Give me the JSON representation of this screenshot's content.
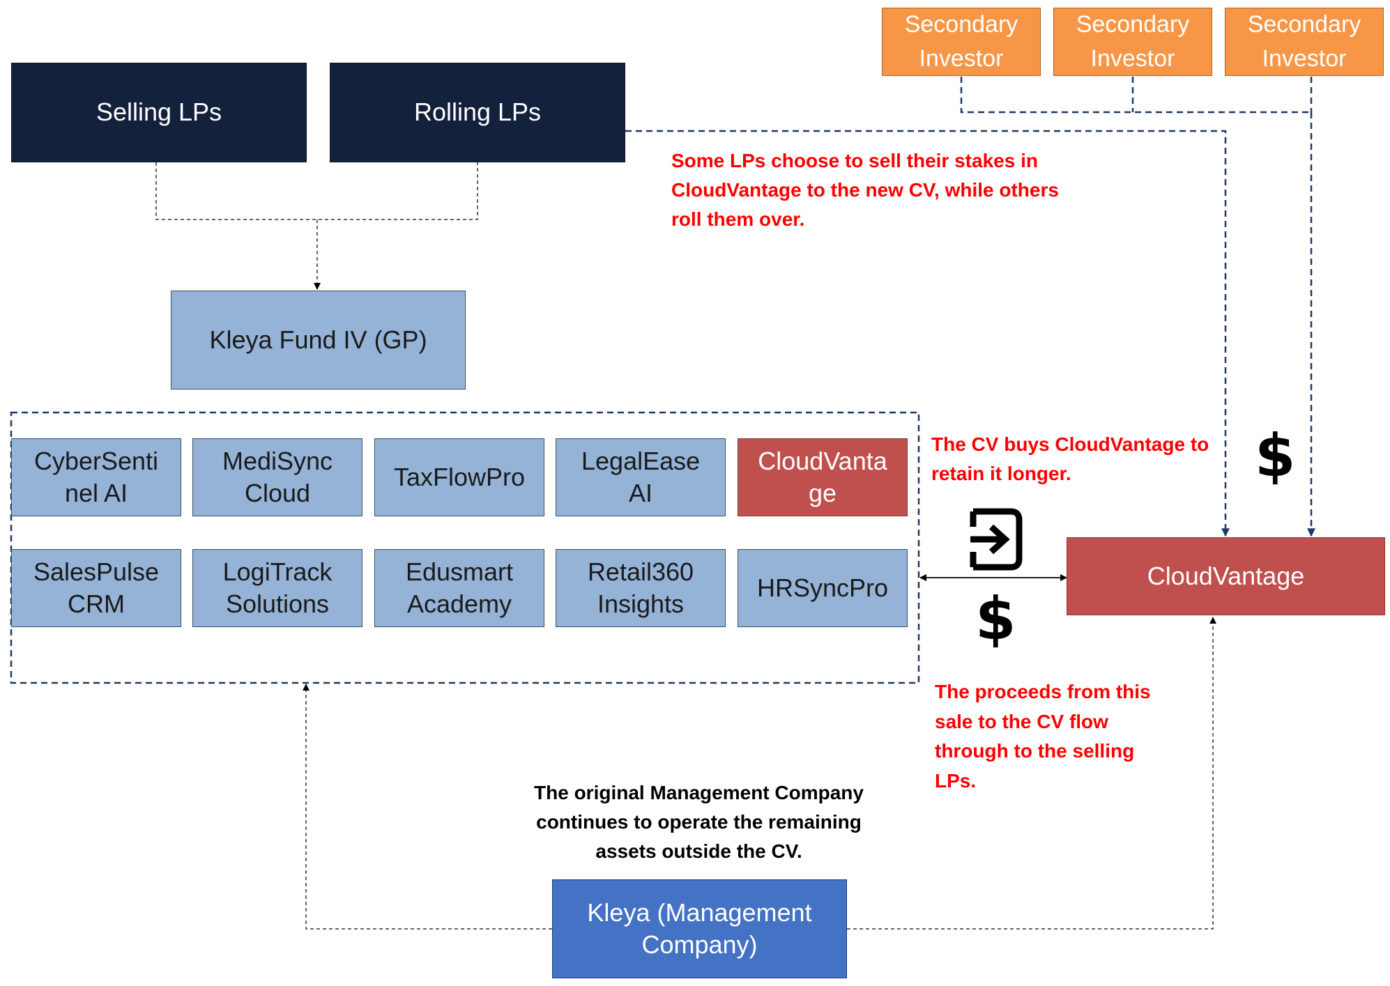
{
  "investors": {
    "secondary": [
      {
        "label": "Secondary Investor"
      },
      {
        "label": "Secondary Investor"
      },
      {
        "label": "Secondary Investor"
      }
    ],
    "selling_lps": "Selling LPs",
    "rolling_lps": "Rolling LPs"
  },
  "fund": {
    "gp": "Kleya Fund IV (GP)"
  },
  "portfolio": {
    "companies": [
      {
        "name": "CyberSentinel AI",
        "highlight": false
      },
      {
        "name": "MediSync Cloud",
        "highlight": false
      },
      {
        "name": "TaxFlowPro",
        "highlight": false
      },
      {
        "name": "LegalEase AI",
        "highlight": false
      },
      {
        "name": "CloudVantage",
        "highlight": true
      },
      {
        "name": "SalesPulse CRM",
        "highlight": false
      },
      {
        "name": "LogiTrack Solutions",
        "highlight": false
      },
      {
        "name": "Edusmart Academy",
        "highlight": false
      },
      {
        "name": "Retail360 Insights",
        "highlight": false
      },
      {
        "name": "HRSyncPro",
        "highlight": false
      }
    ]
  },
  "cv": {
    "label": "CloudVantage"
  },
  "management": {
    "label": "Kleya (Management Company)"
  },
  "annotations": {
    "lps_choice": "Some LPs choose to sell their stakes in CloudVantage to the new CV, while others roll them over.",
    "cv_buys": "The CV buys CloudVantage to retain it longer.",
    "proceeds": "The proceeds from this sale to the CV flow through to the selling LPs.",
    "management_note": "The original Management Company continues to operate the remaining assets outside the CV."
  },
  "symbols": {
    "dollar": "$"
  },
  "icons": {
    "exit": "exit-arrow-icon"
  },
  "colors": {
    "navy": "#14213d",
    "light_blue": "#95b3d7",
    "red": "#c0504d",
    "orange": "#f79646",
    "royal_blue": "#4472c4",
    "annotation_red": "#ff0000"
  }
}
